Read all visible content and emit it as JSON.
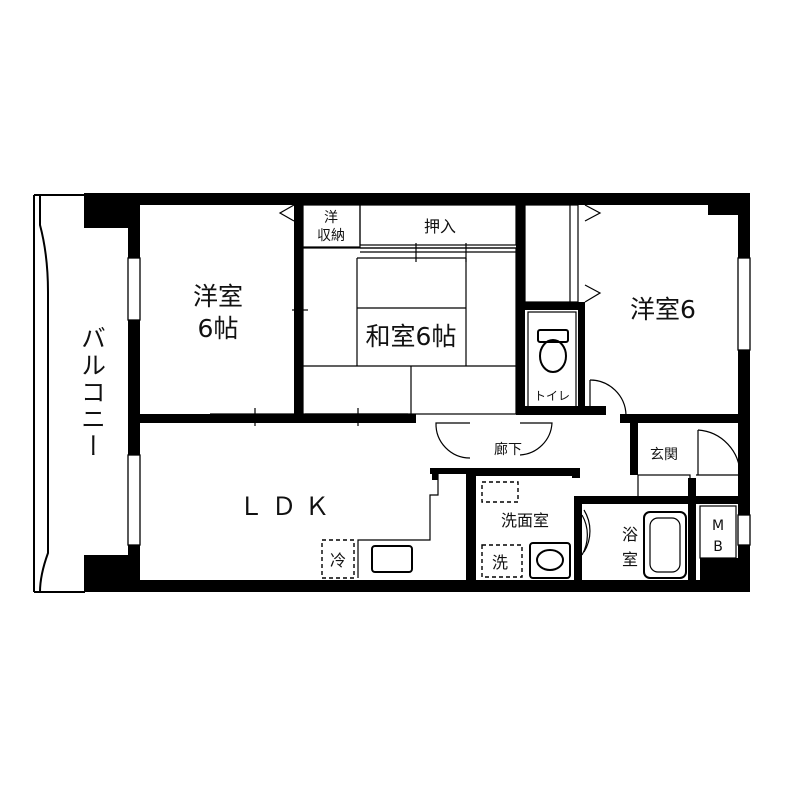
{
  "rooms": {
    "balcony": "バルコニー",
    "western_left_name": "洋室",
    "western_left_size": "6帖",
    "western_closet_1": "洋",
    "western_closet_2": "収納",
    "oshiire": "押入",
    "japanese_room": "和室6帖",
    "western_right": "洋室6",
    "toilet": "トイレ",
    "hallway": "廊下",
    "entrance": "玄関",
    "ldk": "ＬＤＫ",
    "washroom": "洗面室",
    "bath_1": "浴",
    "bath_2": "室",
    "meter_box_1": "M",
    "meter_box_2": "B",
    "fridge": "冷",
    "washer": "洗"
  }
}
